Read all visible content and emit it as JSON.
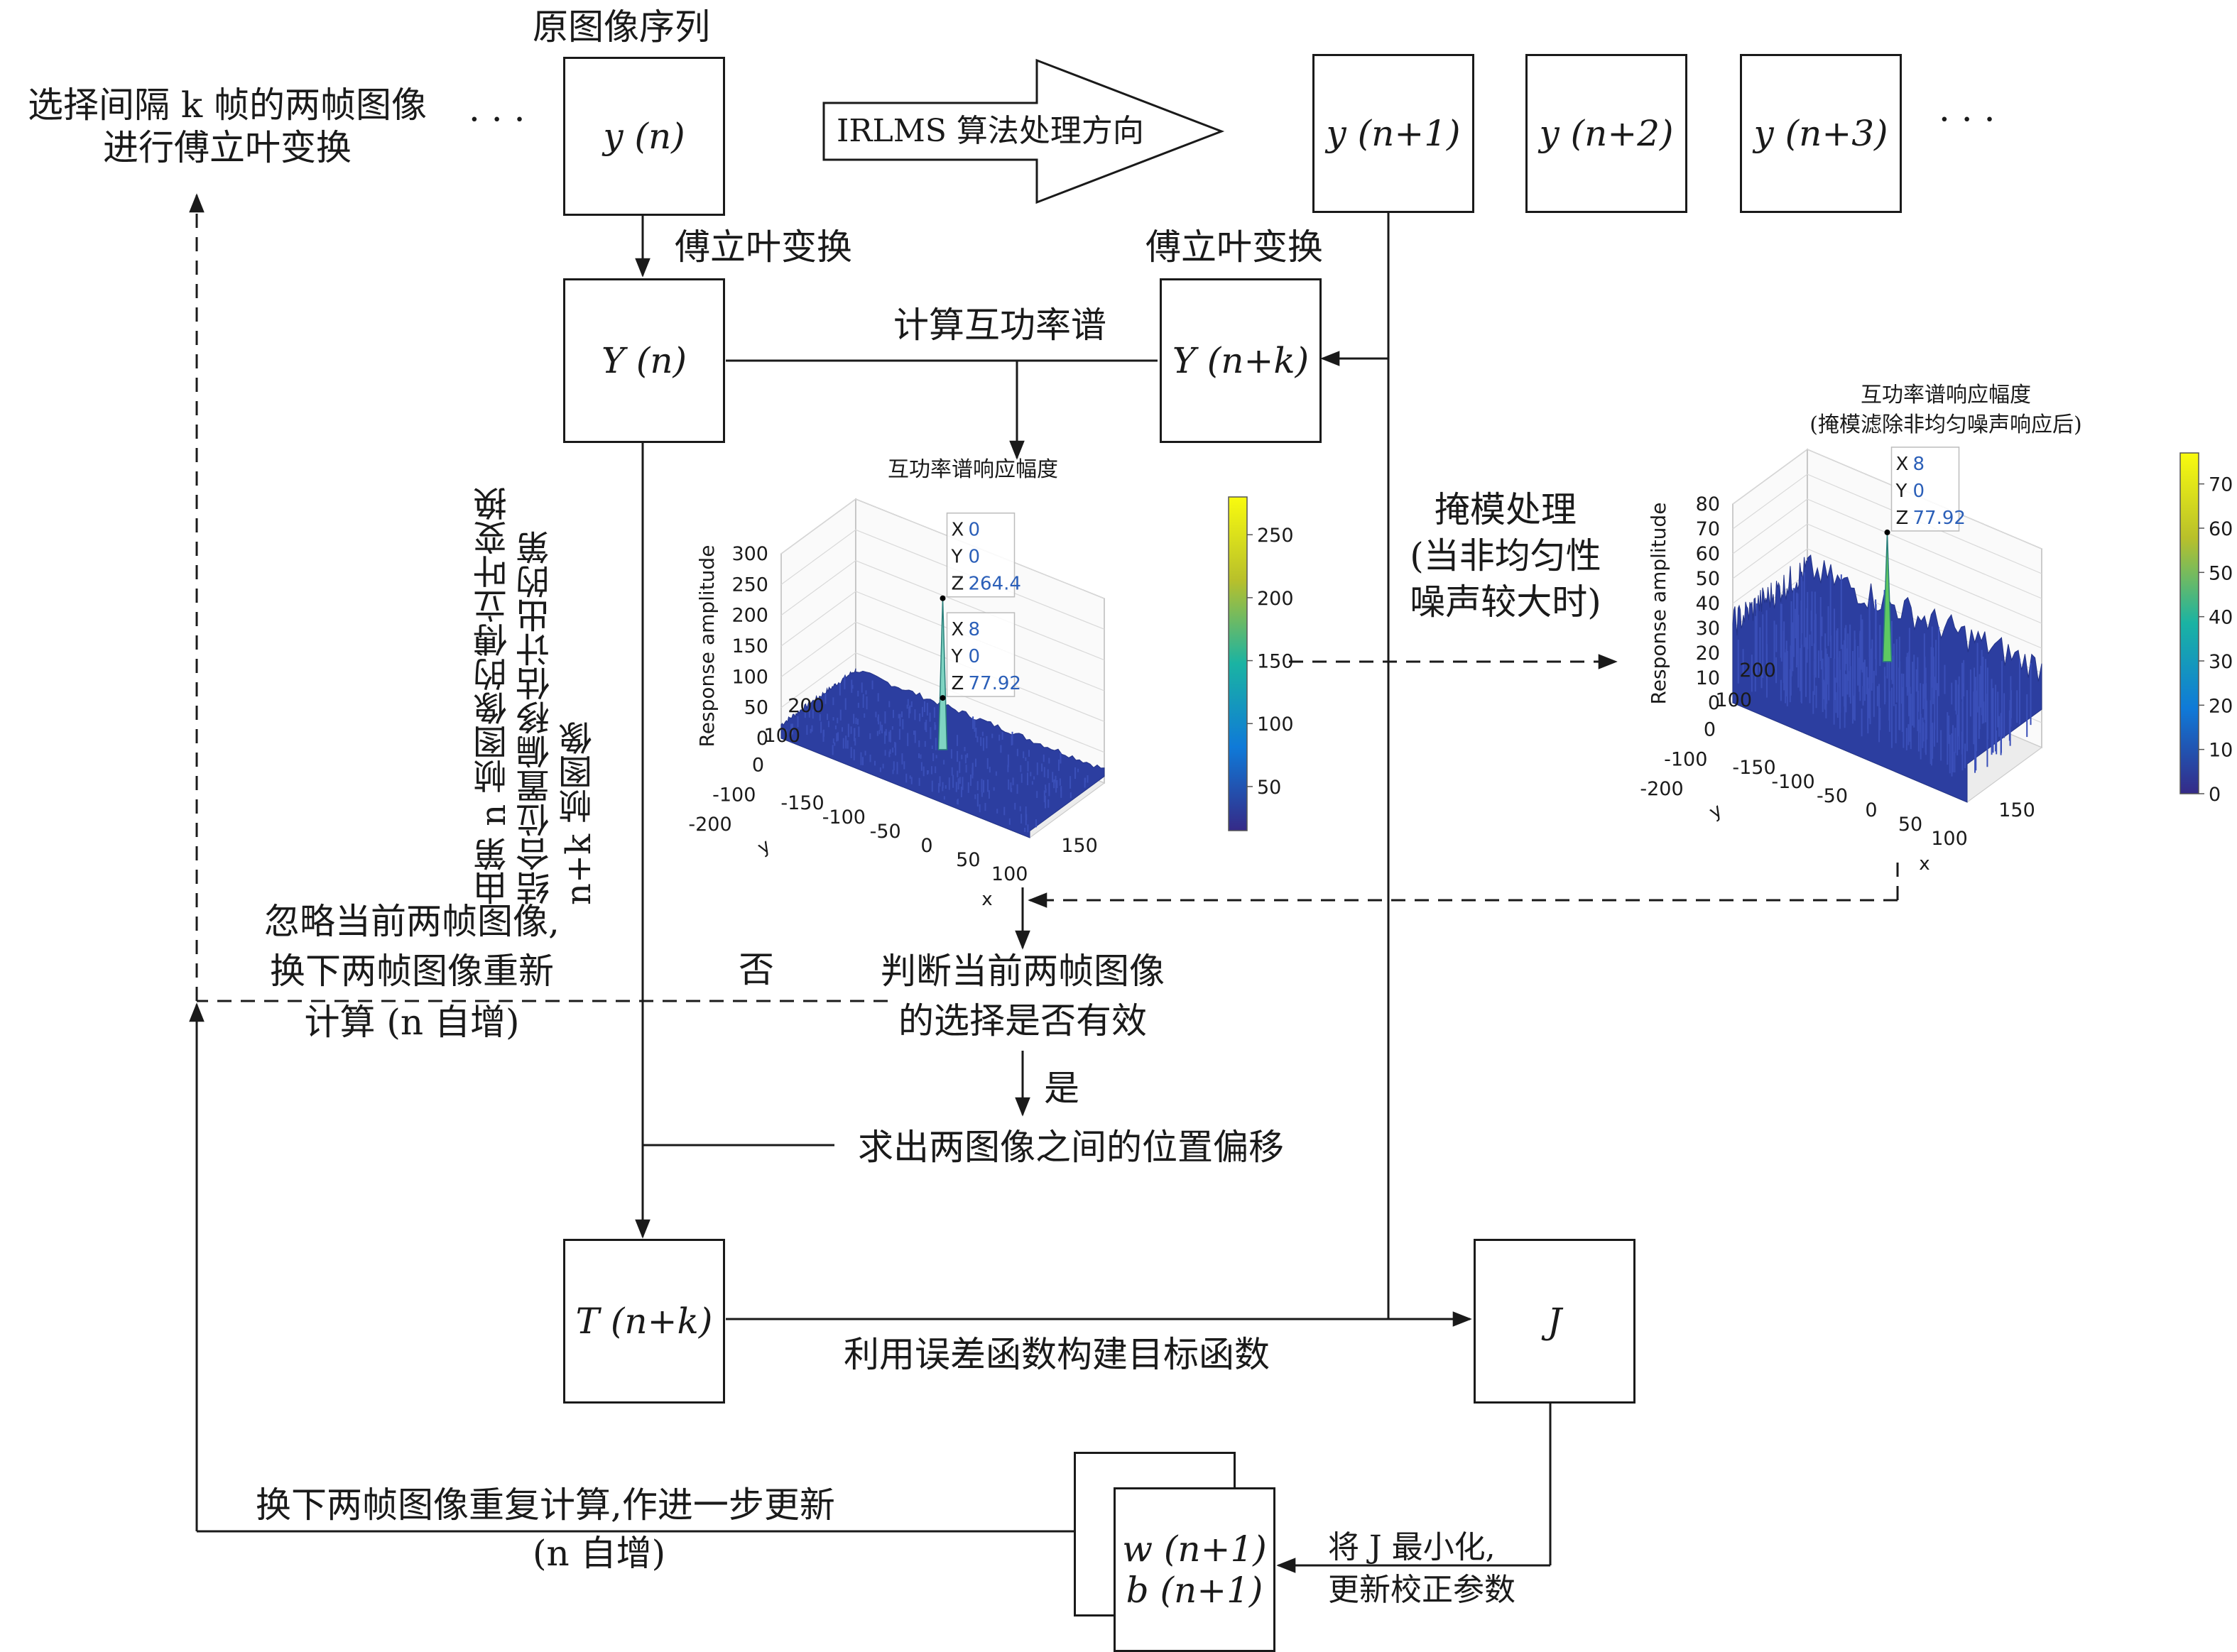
{
  "top": {
    "sequence_title": "原图像序列",
    "select_note_line1": "选择间隔 k 帧的两帧图像",
    "select_note_line2": "进行傅立叶变换",
    "ellipsis": "· · ·",
    "arrow_label": "IRLMS 算法处理方向",
    "frames": [
      "y (n)",
      "y (n+1)",
      "y (n+2)",
      "y (n+3)"
    ]
  },
  "fft": {
    "label_left": "傅立叶变换",
    "label_right": "傅立叶变换",
    "box_left": "Y (n)",
    "box_right": "Y (n+k)",
    "cross_power_label": "计算互功率谱"
  },
  "vertical_note": "由第 n 帧图像的傅立叶变换结合位置偏移估计出的第 n+k 帧图像",
  "mask": {
    "line1": "掩模处理",
    "line2": "(当非均匀性",
    "line3": "噪声较大时)"
  },
  "decision": {
    "line1": "判断当前两帧图像",
    "line2": "的选择是否有效",
    "no_label": "否",
    "yes_label": "是",
    "ignore_line1": "忽略当前两帧图像,",
    "ignore_line2": "换下两帧图像重新",
    "ignore_line3": "计算 (n 自增)"
  },
  "offset_label": "求出两图像之间的位置偏移",
  "bottom": {
    "T_box": "T (n+k)",
    "J_box": "J",
    "objective_label": "利用误差函数构建目标函数",
    "w_label": "w (n+1)",
    "b_label": "b (n+1)",
    "minimize_line1": "将 J 最小化,",
    "minimize_line2": "更新校正参数",
    "repeat_line1": "换下两帧图像重复计算,作进一步更新",
    "repeat_line2": "(n 自增)"
  },
  "colors": {
    "stroke": "#1a1a1a",
    "surface_blue": "#2c3ea0",
    "datatip_blue": "#2b5fb8",
    "colorbar_top": "#f9e721",
    "colorbar_mid": "#21a585",
    "colorbar_bottom": "#3b0f70"
  },
  "chart_data": [
    {
      "type": "surface",
      "title": "互功率谱响应幅度",
      "zlabel": "Response amplitude",
      "xlabel": "x",
      "ylabel": "y",
      "zlim": [
        0,
        300
      ],
      "z_ticks": [
        "0",
        "50",
        "100",
        "150",
        "200",
        "250",
        "300"
      ],
      "y_ticks": [
        "200",
        "100",
        "0",
        "-100",
        "-200"
      ],
      "x_ticks": [
        "-150",
        "-100",
        "-50",
        "0",
        "50",
        "100",
        "150"
      ],
      "colorbar_ticks": [
        "50",
        "100",
        "150",
        "200",
        "250"
      ],
      "datatips": [
        {
          "X": "0",
          "Y": "0",
          "Z": "264.4"
        },
        {
          "X": "8",
          "Y": "0",
          "Z": "77.92"
        }
      ]
    },
    {
      "type": "surface",
      "title": "互功率谱响应幅度",
      "subtitle": "(掩模滤除非均匀噪声响应后)",
      "zlabel": "Response amplitude",
      "xlabel": "x",
      "ylabel": "y",
      "zlim": [
        0,
        80
      ],
      "z_ticks": [
        "0",
        "10",
        "20",
        "30",
        "40",
        "50",
        "60",
        "70",
        "80"
      ],
      "y_ticks": [
        "200",
        "100",
        "0",
        "-100",
        "-200"
      ],
      "x_ticks": [
        "-150",
        "-100",
        "-50",
        "0",
        "50",
        "100",
        "150"
      ],
      "colorbar_ticks": [
        "0",
        "10",
        "20",
        "30",
        "40",
        "50",
        "60",
        "70"
      ],
      "datatips": [
        {
          "X": "8",
          "Y": "0",
          "Z": "77.92"
        }
      ]
    }
  ]
}
